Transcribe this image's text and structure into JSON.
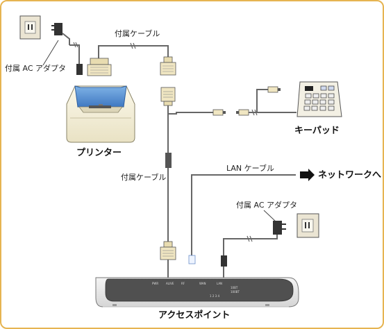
{
  "labels": {
    "ac_adapter_top": "付属 AC アダプタ",
    "cable_top": "付属ケーブル",
    "cable_mid": "付属ケーブル",
    "lan_cable": "LAN ケーブル",
    "network": "ネットワークへ",
    "ac_adapter_right": "付属 AC アダプタ",
    "printer": "プリンター",
    "keypad": "キーパッド",
    "access_point": "アクセスポイント"
  },
  "ap_panel": {
    "pwr": "PWR",
    "alive": "ALIVE",
    "rf": "RF",
    "wan": "WAN",
    "lan": "LAN",
    "port_nums": "1  2  3  4",
    "tenbase": "10BT\n100BT"
  }
}
